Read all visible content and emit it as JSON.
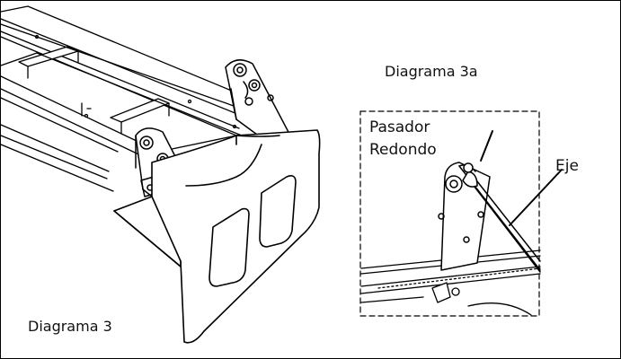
{
  "figure": {
    "main_caption": "Diagrama 3",
    "inset_caption": "Diagrama 3a",
    "callouts": {
      "pin_line1": "Pasador",
      "pin_line2": "Redondo",
      "axle": "Eje"
    }
  },
  "colors": {
    "line": "#000000",
    "background": "#ffffff",
    "shade": "#e6e6e6"
  },
  "icons": [
    "main-assembly-drawing",
    "detail-inset-drawing"
  ]
}
